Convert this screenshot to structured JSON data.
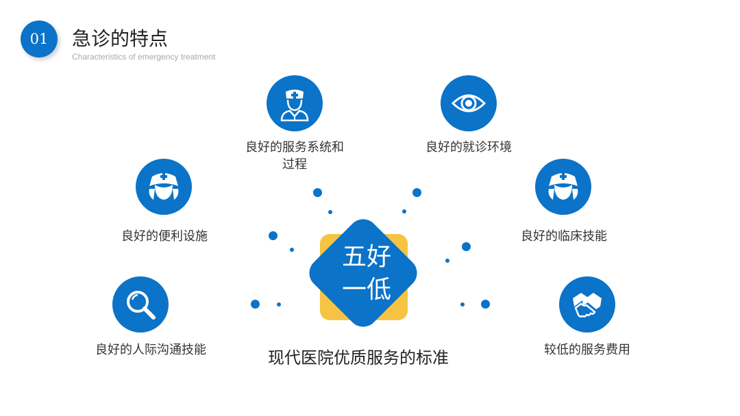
{
  "header": {
    "number": "01",
    "title": "急诊的特点",
    "subtitle": "Characteristics of emergency treatment"
  },
  "center": {
    "line1": "五好",
    "line2": "一低",
    "caption": "现代医院优质服务的标准"
  },
  "items": {
    "service_process": {
      "label_line1": "良好的服务系统和",
      "label_line2": "过程",
      "icon": "doctor-icon"
    },
    "environment": {
      "label": "良好的就诊环境",
      "icon": "eye-icon"
    },
    "facilities": {
      "label": "良好的便利设施",
      "icon": "nurse-icon"
    },
    "clinical_skills": {
      "label": "良好的临床技能",
      "icon": "nurse-icon"
    },
    "communication": {
      "label": "良好的人际沟通技能",
      "icon": "magnifier-icon"
    },
    "low_cost": {
      "label": "较低的服务费用",
      "icon": "handshake-icon"
    }
  },
  "colors": {
    "primary": "#0b73c8",
    "accent": "#f6c442"
  }
}
